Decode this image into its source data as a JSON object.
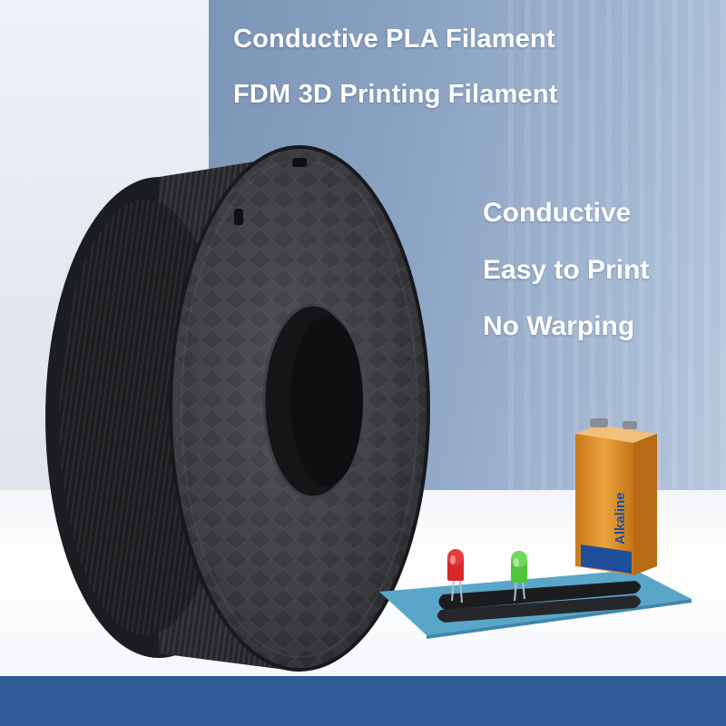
{
  "headline": {
    "line1": "Conductive PLA Filament",
    "line2": "FDM 3D Printing Filament"
  },
  "features": [
    "Conductive",
    "Easy to Print",
    "No Warping"
  ],
  "battery": {
    "brand": "Alkaline",
    "brand_text": "Alkaline"
  },
  "colors": {
    "bottom_bar": "#2e5d98",
    "panel": "#8aa2c2",
    "spool": "#2b2c2f",
    "led_red": "#d8262a",
    "led_green": "#4fc63a",
    "mat": "#5aa6c8",
    "battery": "#e3952d"
  },
  "icons": [
    "filament-spool-image",
    "battery-icon",
    "red-led-icon",
    "green-led-icon"
  ]
}
